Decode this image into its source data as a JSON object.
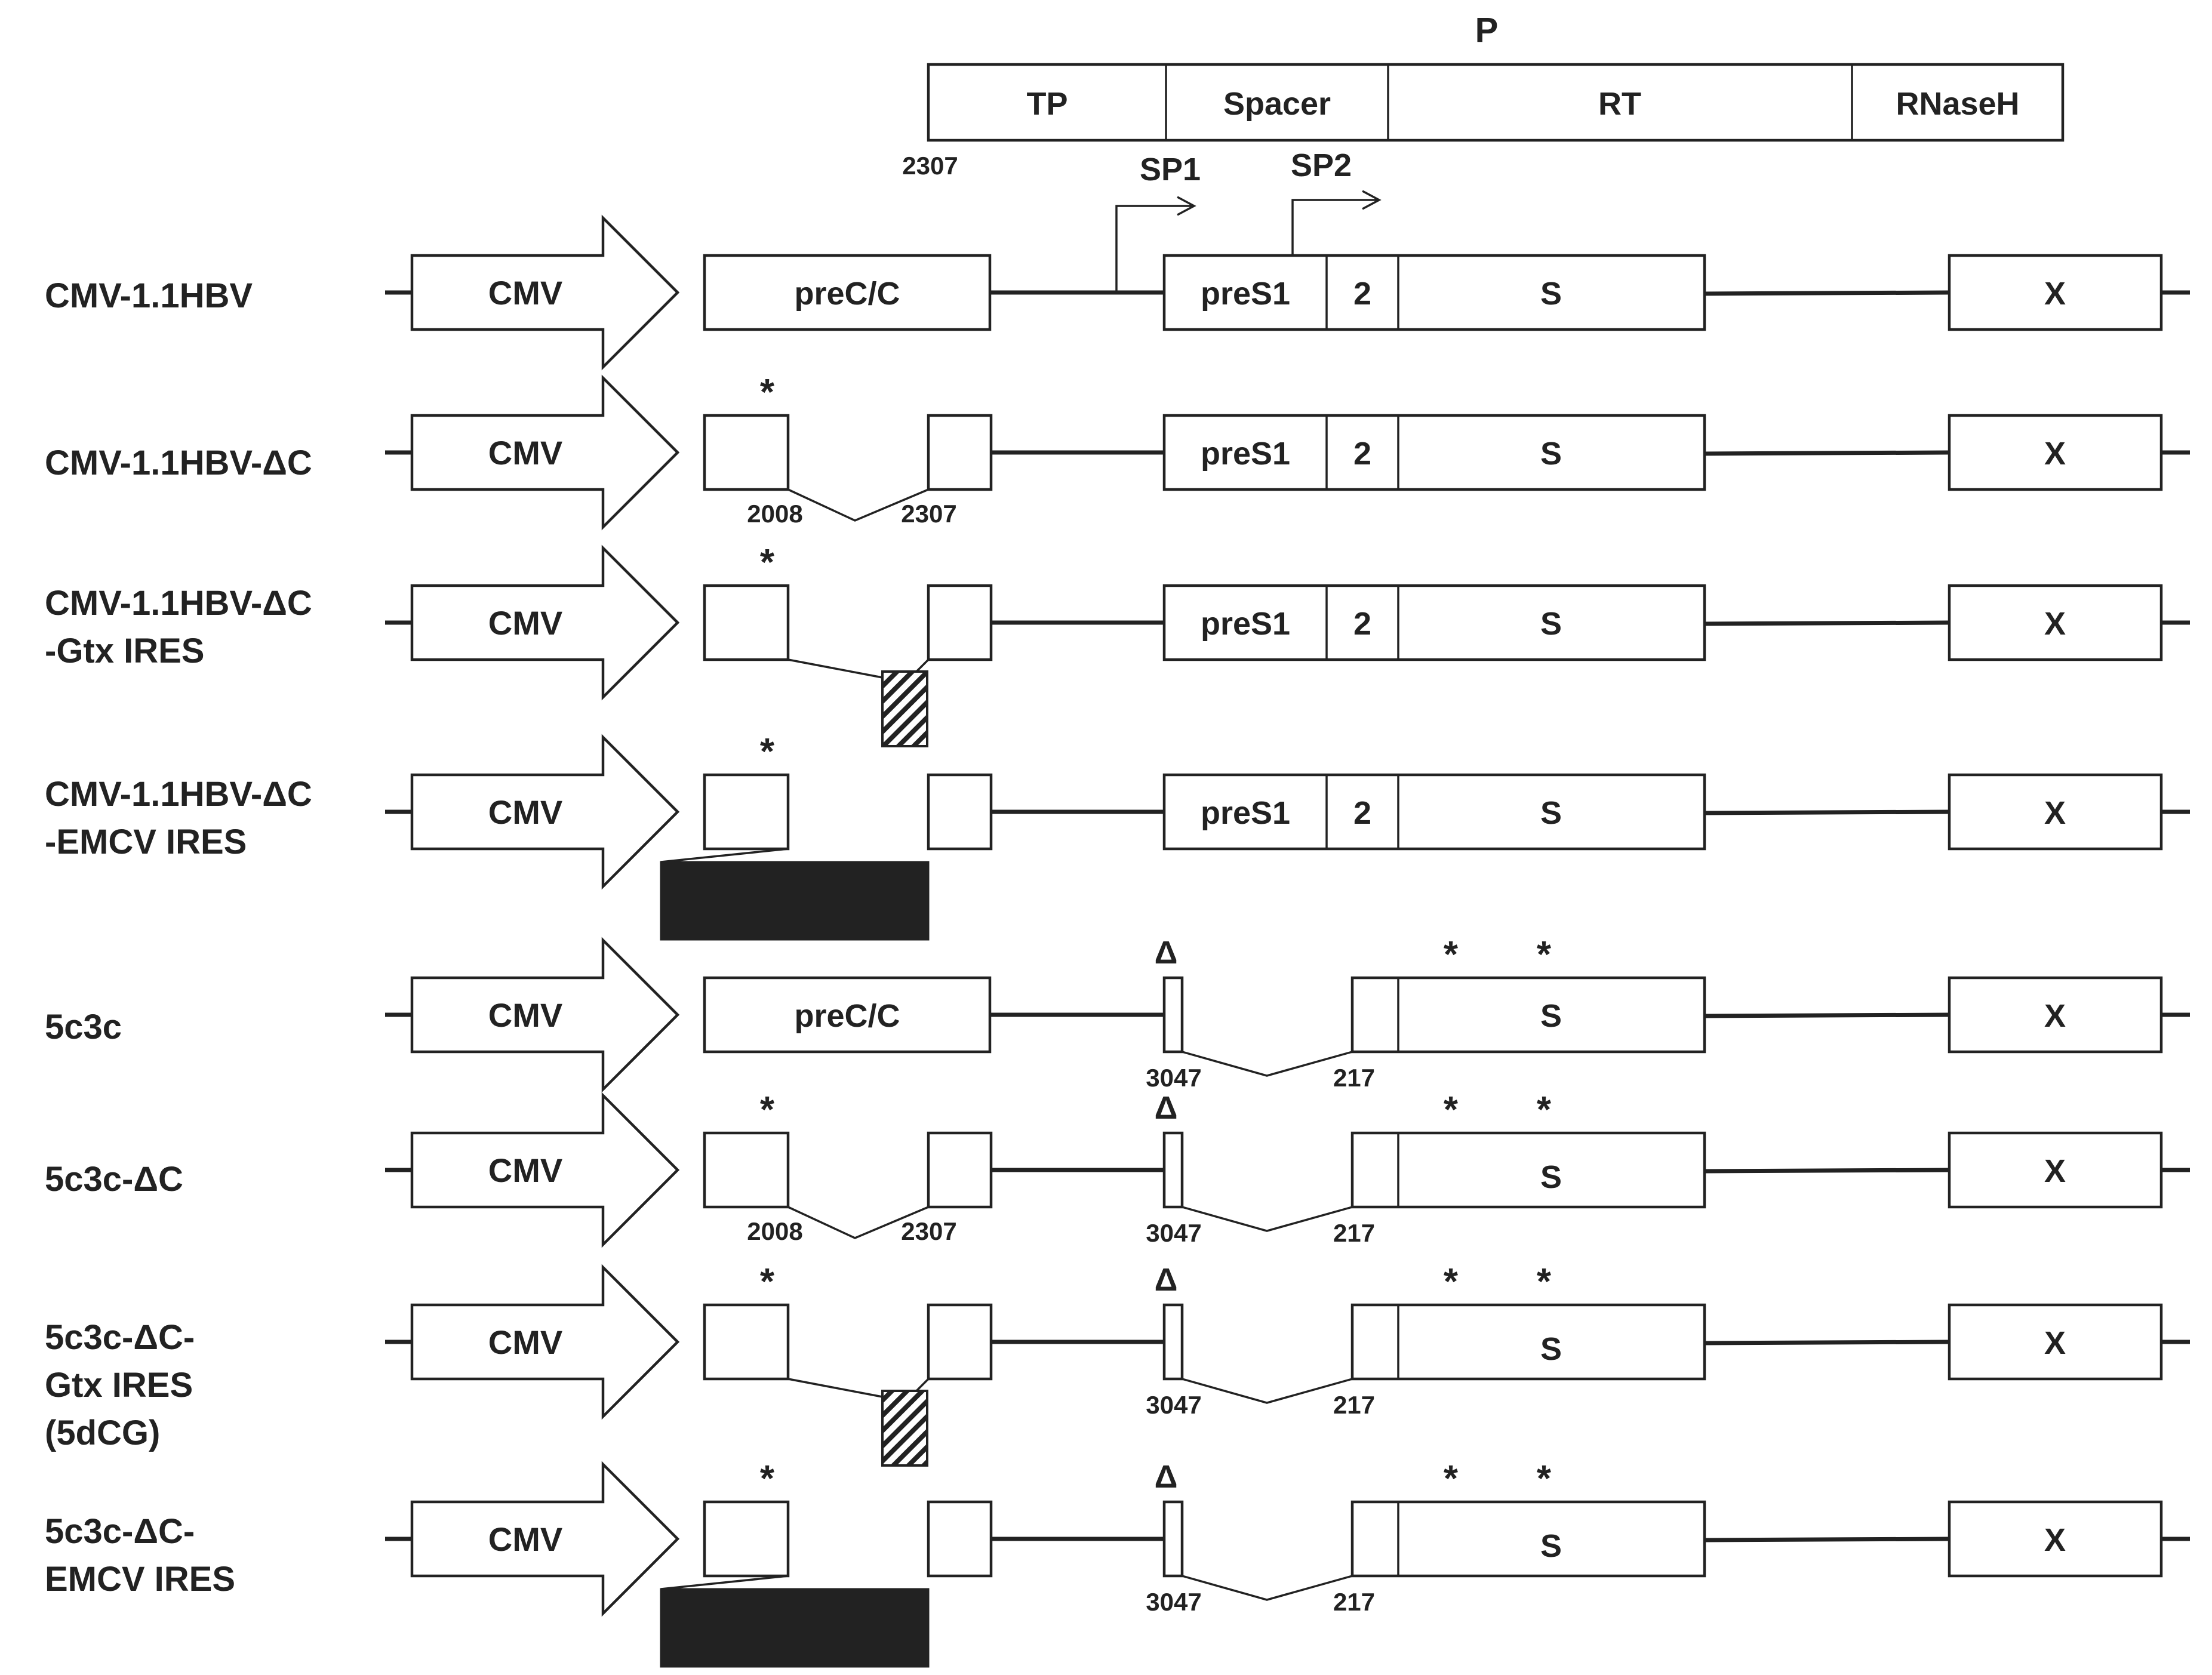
{
  "polymerase_map": {
    "title": "P",
    "domains": [
      "TP",
      "Spacer",
      "RT",
      "RNaseH"
    ],
    "start_position": "2307",
    "promoter_labels": [
      "SP1",
      "SP2"
    ]
  },
  "common": {
    "promoter": "CMV",
    "gene_labels": {
      "precore": "preC/C",
      "pres1": "preS1",
      "pres2": "2",
      "s": "S",
      "x": "X"
    },
    "marks": {
      "mutation": "*",
      "deletion": "Δ"
    },
    "core_splice": {
      "donor": "2008",
      "acceptor": "2307"
    },
    "pres_splice": {
      "donor": "3047",
      "acceptor": "217"
    }
  },
  "constructs": [
    {
      "name_lines": [
        "CMV-1.1HBV"
      ]
    },
    {
      "name_lines": [
        "CMV-1.1HBV-ΔC"
      ]
    },
    {
      "name_lines": [
        "CMV-1.1HBV-ΔC",
        "-Gtx IRES"
      ]
    },
    {
      "name_lines": [
        "CMV-1.1HBV-ΔC",
        "-EMCV IRES"
      ]
    },
    {
      "name_lines": [
        "5c3c"
      ]
    },
    {
      "name_lines": [
        "5c3c-ΔC"
      ]
    },
    {
      "name_lines": [
        "5c3c-ΔC-",
        "Gtx IRES",
        "(5dCG)"
      ]
    },
    {
      "name_lines": [
        "5c3c-ΔC-",
        "EMCV IRES"
      ]
    }
  ],
  "colors": {
    "line": "#222222",
    "fill": "#ffffff",
    "emcv_ires": "#222222"
  }
}
